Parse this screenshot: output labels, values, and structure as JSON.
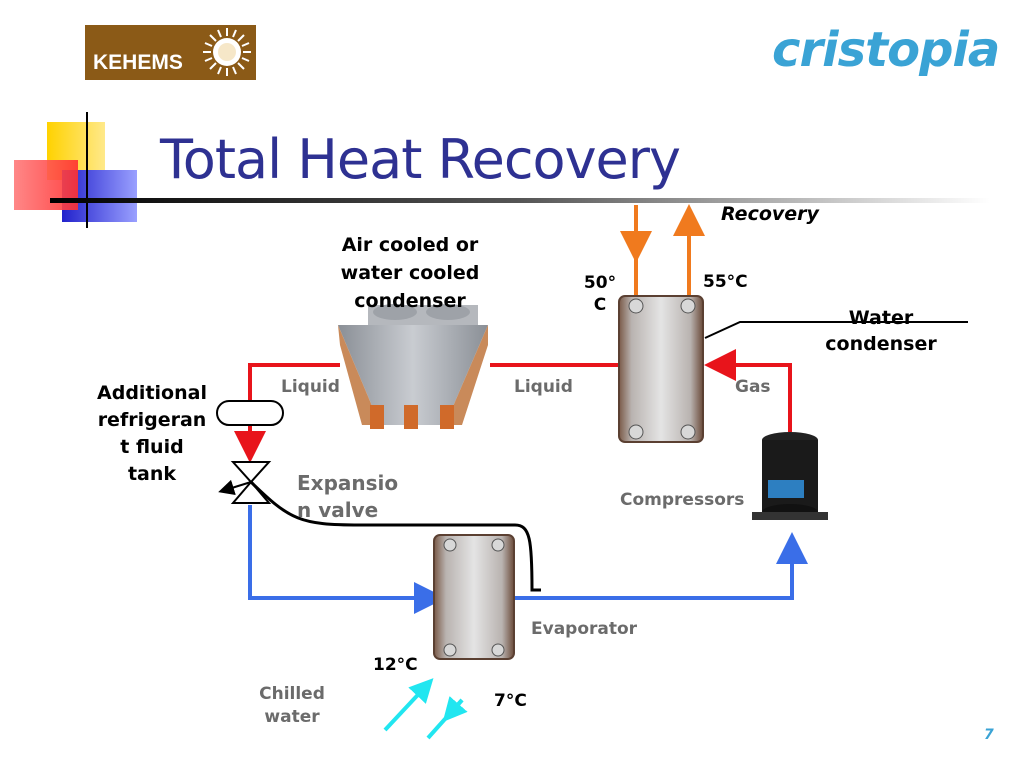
{
  "slide": {
    "title": "Total Heat Recovery",
    "page_number": "7"
  },
  "logos": {
    "kehems": "KEHEMS",
    "cristopia": "cristopia"
  },
  "labels": {
    "recovery": "Recovery",
    "condenser_line1": "Air cooled or",
    "condenser_line2": "water cooled",
    "condenser_line3": "condenser",
    "temp_50_line1": "50°",
    "temp_50_line2": "C",
    "temp_55": "55°C",
    "water_condenser_line1": "Water",
    "water_condenser_line2": "condenser",
    "additional_line1": "Additional",
    "additional_line2": "refrigeran",
    "additional_line3": "t fluid",
    "additional_line4": "tank",
    "liquid_left": "Liquid",
    "liquid_mid": "Liquid",
    "gas": "Gas",
    "expansion_line1": "Expansio",
    "expansion_line2": "n valve",
    "compressors": "Compressors",
    "evaporator": "Evaporator",
    "temp_12": "12°C",
    "temp_7": "7°C",
    "chilled_line1": "Chilled",
    "chilled_line2": "water"
  },
  "colors": {
    "title": "#2e3192",
    "hot_pipe": "#e8141b",
    "cold_pipe": "#3a6ee8",
    "recovery_pipe": "#f07a1e",
    "chilled_pipe": "#21e6f0",
    "label_gray": "#6b6b6b"
  }
}
